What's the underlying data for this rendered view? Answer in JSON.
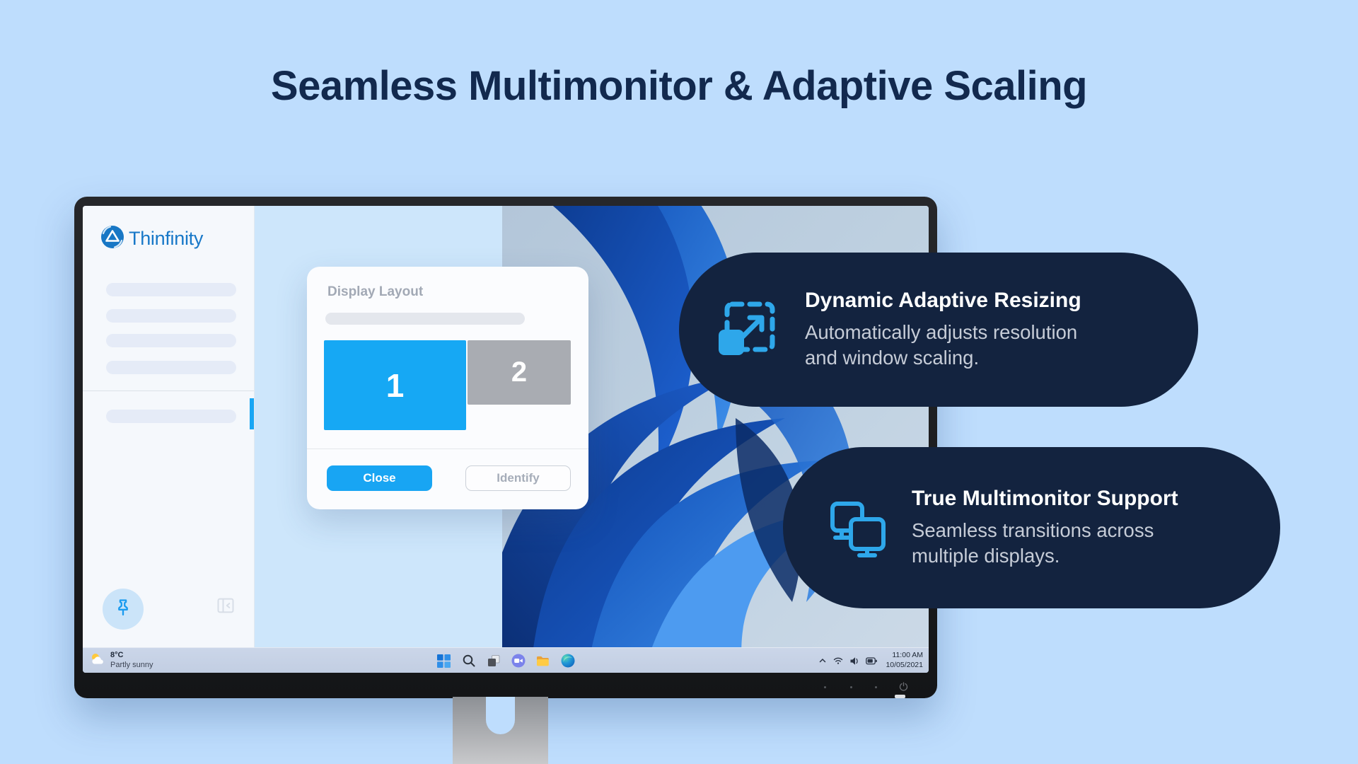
{
  "page": {
    "title": "Seamless Multimonitor & Adaptive Scaling",
    "background": "#BEDDFD"
  },
  "app": {
    "logo_text": "Thinfinity",
    "logo_icon": "thinfinity-globe-icon",
    "sidebar_icons": [
      "pin-icon",
      "collapse-sidebar-icon"
    ],
    "dialog": {
      "title": "Display Layout",
      "monitor1_label": "1",
      "monitor2_label": "2",
      "close_label": "Close",
      "identify_label": "Identify"
    }
  },
  "taskbar": {
    "weather": {
      "temp": "8°C",
      "condition": "Partly sunny",
      "icon": "partly-sunny-icon"
    },
    "center_icons": [
      "windows-start-icon",
      "search-icon",
      "task-view-icon",
      "teams-chat-icon",
      "file-explorer-icon",
      "edge-icon"
    ],
    "tray_icons": [
      "chevron-up-icon",
      "wifi-icon",
      "volume-icon",
      "battery-icon"
    ],
    "clock": {
      "time": "11:00 AM",
      "date": "10/05/2021"
    }
  },
  "monitor_hardware": {
    "controls": [
      "menu-dot-button",
      "menu-dot-button",
      "menu-dot-button",
      "power-button"
    ]
  },
  "callouts": [
    {
      "icon": "resize-expand-icon",
      "title": "Dynamic Adaptive Resizing",
      "body": "Automatically adjusts resolution and window scaling."
    },
    {
      "icon": "dual-monitor-icon",
      "title": "True Multimonitor Support",
      "body": "Seamless transitions across multiple displays."
    }
  ],
  "colors": {
    "accent_blue": "#18A6F3",
    "callout_bg": "#13233F",
    "title_navy": "#12294E",
    "icon_blue": "#2EA7EA",
    "monitor2_gray": "#A9ACB2"
  }
}
